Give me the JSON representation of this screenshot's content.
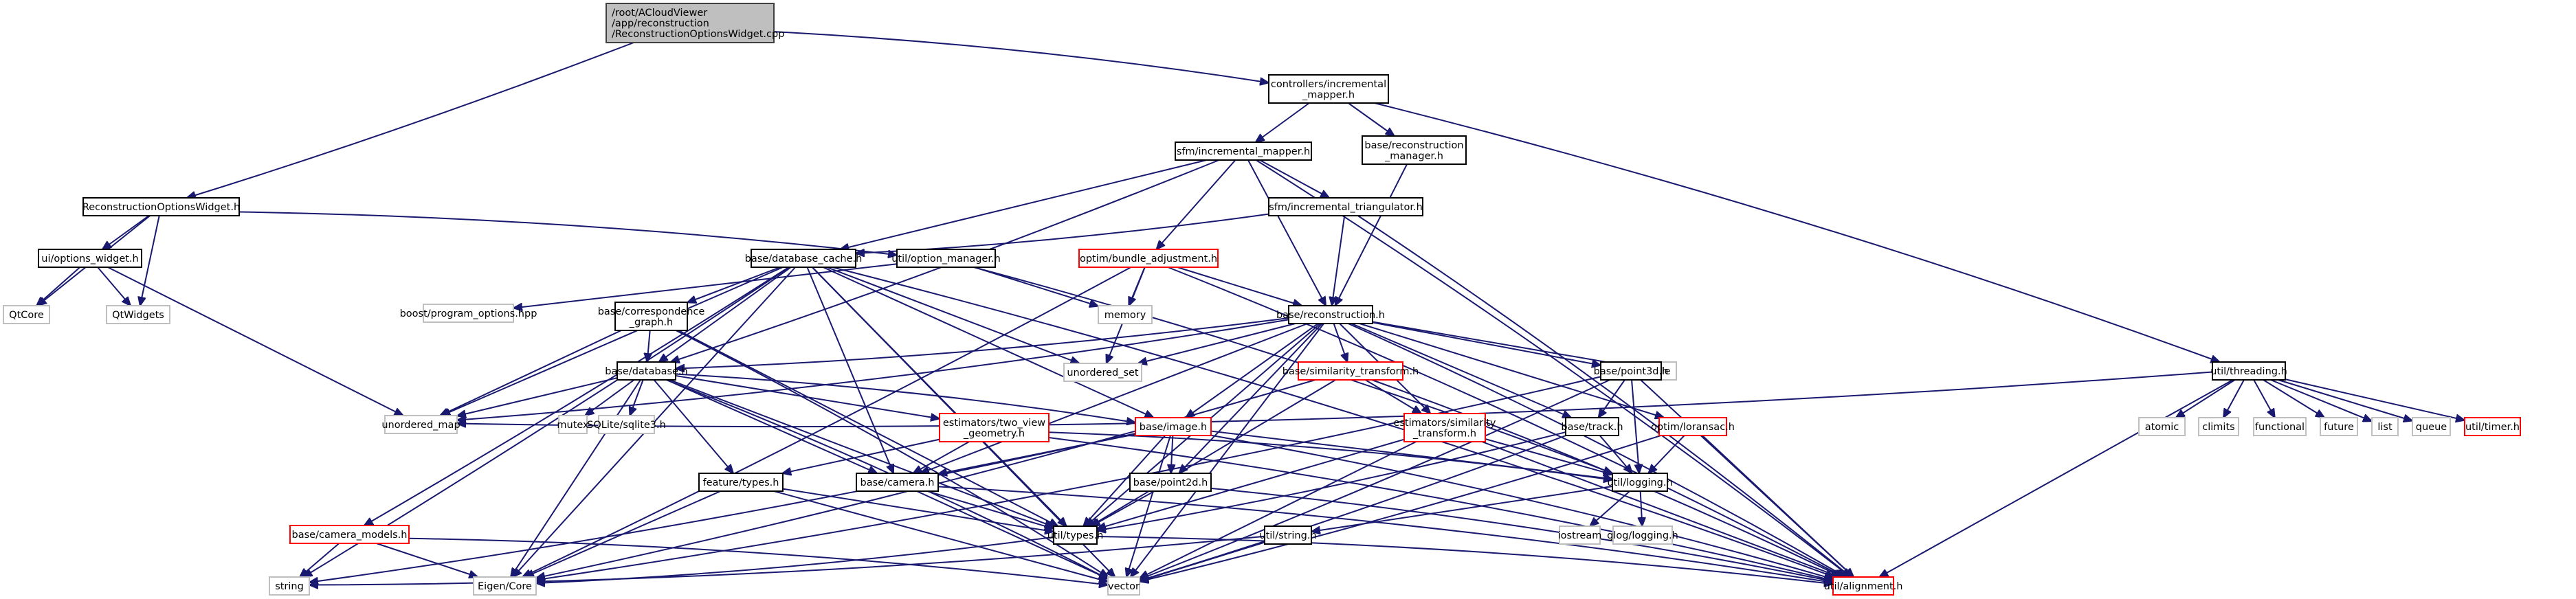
{
  "diagram": {
    "title": "Include dependency graph for ReconstructionOptionsWidget.cpp",
    "colors": {
      "edge": "#191970",
      "root_fill": "#bfbfbf",
      "root_border": "#404040",
      "doc_border": "#000000",
      "doc_fill": "#ffffff",
      "missing_doc_border": "#ff0000",
      "external_border": "#bfbfbf"
    },
    "legend_kinds": [
      "root",
      "documented",
      "partially-documented",
      "external"
    ],
    "nodes": [
      {
        "id": "root",
        "kind": "root",
        "lines": [
          "/root/ACloudViewer",
          "/app/reconstruction",
          "/ReconstructionOptionsWidget.cpp"
        ]
      },
      {
        "id": "ctrl_mapper",
        "kind": "documented",
        "lines": [
          "controllers/incremental",
          "_mapper.h"
        ]
      },
      {
        "id": "recon_manager",
        "kind": "documented",
        "lines": [
          "base/reconstruction",
          "_manager.h"
        ]
      },
      {
        "id": "sfm_mapper",
        "kind": "documented",
        "lines": [
          "sfm/incremental_mapper.h"
        ]
      },
      {
        "id": "sfm_tri",
        "kind": "documented",
        "lines": [
          "sfm/incremental_triangulator.h"
        ]
      },
      {
        "id": "row_h",
        "kind": "documented",
        "lines": [
          "ReconstructionOptionsWidget.h"
        ]
      },
      {
        "id": "ui_opt",
        "kind": "documented",
        "lines": [
          "ui/options_widget.h"
        ]
      },
      {
        "id": "qtcore",
        "kind": "external",
        "lines": [
          "QtCore"
        ]
      },
      {
        "id": "qtwidgets",
        "kind": "external",
        "lines": [
          "QtWidgets"
        ]
      },
      {
        "id": "db_cache",
        "kind": "documented",
        "lines": [
          "base/database_cache.h"
        ]
      },
      {
        "id": "opt_mgr",
        "kind": "documented",
        "lines": [
          "util/option_manager.h"
        ]
      },
      {
        "id": "bundle",
        "kind": "partial",
        "lines": [
          "optim/bundle_adjustment.h"
        ]
      },
      {
        "id": "memory",
        "kind": "external",
        "lines": [
          "memory"
        ]
      },
      {
        "id": "boost_po",
        "kind": "external",
        "lines": [
          "boost/program_options.hpp"
        ]
      },
      {
        "id": "corr_graph",
        "kind": "documented",
        "lines": [
          "base/correspondence",
          "_graph.h"
        ]
      },
      {
        "id": "recon",
        "kind": "documented",
        "lines": [
          "base/reconstruction.h"
        ]
      },
      {
        "id": "uset",
        "kind": "external",
        "lines": [
          "unordered_set"
        ]
      },
      {
        "id": "tuple",
        "kind": "external",
        "lines": [
          "tuple"
        ]
      },
      {
        "id": "database",
        "kind": "documented",
        "lines": [
          "base/database.h"
        ]
      },
      {
        "id": "umap",
        "kind": "external",
        "lines": [
          "unordered_map"
        ]
      },
      {
        "id": "mutex",
        "kind": "external",
        "lines": [
          "mutex"
        ]
      },
      {
        "id": "sqlite",
        "kind": "external",
        "lines": [
          "SQLite/sqlite3.h"
        ]
      },
      {
        "id": "two_view",
        "kind": "partial",
        "lines": [
          "estimators/two_view",
          "_geometry.h"
        ]
      },
      {
        "id": "image",
        "kind": "partial",
        "lines": [
          "base/image.h"
        ]
      },
      {
        "id": "sim_tf",
        "kind": "partial",
        "lines": [
          "base/similarity_transform.h"
        ]
      },
      {
        "id": "est_sim",
        "kind": "partial",
        "lines": [
          "estimators/similarity",
          "_transform.h"
        ]
      },
      {
        "id": "point3d",
        "kind": "documented",
        "lines": [
          "base/point3d.h"
        ]
      },
      {
        "id": "track",
        "kind": "documented",
        "lines": [
          "base/track.h"
        ]
      },
      {
        "id": "loransac",
        "kind": "partial",
        "lines": [
          "optim/loransac.h"
        ]
      },
      {
        "id": "threading",
        "kind": "documented",
        "lines": [
          "util/threading.h"
        ]
      },
      {
        "id": "atomic",
        "kind": "external",
        "lines": [
          "atomic"
        ]
      },
      {
        "id": "climits",
        "kind": "external",
        "lines": [
          "climits"
        ]
      },
      {
        "id": "functional",
        "kind": "external",
        "lines": [
          "functional"
        ]
      },
      {
        "id": "future",
        "kind": "external",
        "lines": [
          "future"
        ]
      },
      {
        "id": "list",
        "kind": "external",
        "lines": [
          "list"
        ]
      },
      {
        "id": "queue",
        "kind": "external",
        "lines": [
          "queue"
        ]
      },
      {
        "id": "timer",
        "kind": "partial",
        "lines": [
          "util/timer.h"
        ]
      },
      {
        "id": "feat_types",
        "kind": "documented",
        "lines": [
          "feature/types.h"
        ]
      },
      {
        "id": "camera",
        "kind": "documented",
        "lines": [
          "base/camera.h"
        ]
      },
      {
        "id": "point2d",
        "kind": "documented",
        "lines": [
          "base/point2d.h"
        ]
      },
      {
        "id": "logging",
        "kind": "documented",
        "lines": [
          "util/logging.h"
        ]
      },
      {
        "id": "iostream",
        "kind": "external",
        "lines": [
          "iostream"
        ]
      },
      {
        "id": "glog",
        "kind": "external",
        "lines": [
          "glog/logging.h"
        ]
      },
      {
        "id": "cam_models",
        "kind": "partial",
        "lines": [
          "base/camera_models.h"
        ]
      },
      {
        "id": "types",
        "kind": "documented",
        "lines": [
          "util/types.h"
        ]
      },
      {
        "id": "ustring",
        "kind": "documented",
        "lines": [
          "util/string.h"
        ]
      },
      {
        "id": "string",
        "kind": "external",
        "lines": [
          "string"
        ]
      },
      {
        "id": "eigen",
        "kind": "external",
        "lines": [
          "Eigen/Core"
        ]
      },
      {
        "id": "vector",
        "kind": "external",
        "lines": [
          "vector"
        ]
      },
      {
        "id": "align",
        "kind": "partial",
        "lines": [
          "util/alignment.h"
        ]
      }
    ],
    "edges": [
      [
        "root",
        "row_h"
      ],
      [
        "root",
        "ctrl_mapper"
      ],
      [
        "ctrl_mapper",
        "sfm_mapper"
      ],
      [
        "ctrl_mapper",
        "recon_manager"
      ],
      [
        "ctrl_mapper",
        "threading"
      ],
      [
        "recon_manager",
        "recon"
      ],
      [
        "sfm_mapper",
        "db_cache"
      ],
      [
        "sfm_mapper",
        "bundle"
      ],
      [
        "sfm_mapper",
        "recon"
      ],
      [
        "sfm_mapper",
        "sfm_tri"
      ],
      [
        "sfm_mapper",
        "database"
      ],
      [
        "sfm_mapper",
        "align"
      ],
      [
        "sfm_tri",
        "db_cache"
      ],
      [
        "sfm_tri",
        "recon"
      ],
      [
        "sfm_tri",
        "align"
      ],
      [
        "row_h",
        "ui_opt"
      ],
      [
        "row_h",
        "qtcore"
      ],
      [
        "row_h",
        "qtwidgets"
      ],
      [
        "row_h",
        "opt_mgr"
      ],
      [
        "ui_opt",
        "qtcore"
      ],
      [
        "ui_opt",
        "qtwidgets"
      ],
      [
        "ui_opt",
        "umap"
      ],
      [
        "db_cache",
        "corr_graph"
      ],
      [
        "db_cache",
        "database"
      ],
      [
        "db_cache",
        "camera"
      ],
      [
        "db_cache",
        "image"
      ],
      [
        "db_cache",
        "umap"
      ],
      [
        "db_cache",
        "uset"
      ],
      [
        "db_cache",
        "string"
      ],
      [
        "db_cache",
        "eigen"
      ],
      [
        "db_cache",
        "cam_models"
      ],
      [
        "db_cache",
        "types"
      ],
      [
        "db_cache",
        "vector"
      ],
      [
        "db_cache",
        "align"
      ],
      [
        "opt_mgr",
        "boost_po"
      ],
      [
        "opt_mgr",
        "memory"
      ],
      [
        "opt_mgr",
        "logging"
      ],
      [
        "bundle",
        "memory"
      ],
      [
        "bundle",
        "uset"
      ],
      [
        "bundle",
        "recon"
      ],
      [
        "bundle",
        "eigen"
      ],
      [
        "bundle",
        "align"
      ],
      [
        "corr_graph",
        "database"
      ],
      [
        "corr_graph",
        "umap"
      ],
      [
        "corr_graph",
        "types"
      ],
      [
        "corr_graph",
        "vector"
      ],
      [
        "recon",
        "database"
      ],
      [
        "recon",
        "uset"
      ],
      [
        "recon",
        "tuple"
      ],
      [
        "recon",
        "sim_tf"
      ],
      [
        "recon",
        "est_sim"
      ],
      [
        "recon",
        "point3d"
      ],
      [
        "recon",
        "track"
      ],
      [
        "recon",
        "image"
      ],
      [
        "recon",
        "camera"
      ],
      [
        "recon",
        "point2d"
      ],
      [
        "recon",
        "types"
      ],
      [
        "recon",
        "vector"
      ],
      [
        "recon",
        "umap"
      ],
      [
        "recon",
        "loransac"
      ],
      [
        "recon",
        "align"
      ],
      [
        "database",
        "umap"
      ],
      [
        "database",
        "mutex"
      ],
      [
        "database",
        "sqlite"
      ],
      [
        "database",
        "two_view"
      ],
      [
        "database",
        "image"
      ],
      [
        "database",
        "feat_types"
      ],
      [
        "database",
        "camera"
      ],
      [
        "database",
        "types"
      ],
      [
        "database",
        "vector"
      ],
      [
        "database",
        "eigen"
      ],
      [
        "two_view",
        "feat_types"
      ],
      [
        "two_view",
        "camera"
      ],
      [
        "two_view",
        "logging"
      ],
      [
        "two_view",
        "align"
      ],
      [
        "image",
        "camera"
      ],
      [
        "image",
        "point2d"
      ],
      [
        "image",
        "types"
      ],
      [
        "image",
        "vector"
      ],
      [
        "image",
        "string"
      ],
      [
        "image",
        "logging"
      ],
      [
        "image",
        "align"
      ],
      [
        "sim_tf",
        "est_sim"
      ],
      [
        "sim_tf",
        "types"
      ],
      [
        "sim_tf",
        "eigen"
      ],
      [
        "sim_tf",
        "align"
      ],
      [
        "est_sim",
        "logging"
      ],
      [
        "est_sim",
        "types"
      ],
      [
        "est_sim",
        "vector"
      ],
      [
        "est_sim",
        "align"
      ],
      [
        "point3d",
        "track"
      ],
      [
        "point3d",
        "logging"
      ],
      [
        "point3d",
        "vector"
      ],
      [
        "point3d",
        "align"
      ],
      [
        "point3d",
        "eigen"
      ],
      [
        "track",
        "logging"
      ],
      [
        "track",
        "types"
      ],
      [
        "track",
        "vector"
      ],
      [
        "loransac",
        "logging"
      ],
      [
        "loransac",
        "vector"
      ],
      [
        "loransac",
        "align"
      ],
      [
        "threading",
        "atomic"
      ],
      [
        "threading",
        "climits"
      ],
      [
        "threading",
        "functional"
      ],
      [
        "threading",
        "future"
      ],
      [
        "threading",
        "list"
      ],
      [
        "threading",
        "queue"
      ],
      [
        "threading",
        "timer"
      ],
      [
        "threading",
        "umap"
      ],
      [
        "threading",
        "align"
      ],
      [
        "feat_types",
        "vector"
      ],
      [
        "feat_types",
        "eigen"
      ],
      [
        "feat_types",
        "types"
      ],
      [
        "camera",
        "types"
      ],
      [
        "camera",
        "vector"
      ],
      [
        "camera",
        "align"
      ],
      [
        "point2d",
        "types"
      ],
      [
        "point2d",
        "align"
      ],
      [
        "logging",
        "iostream"
      ],
      [
        "logging",
        "glog"
      ],
      [
        "logging",
        "ustring"
      ],
      [
        "cam_models",
        "string"
      ],
      [
        "cam_models",
        "eigen"
      ],
      [
        "cam_models",
        "vector"
      ],
      [
        "types",
        "eigen"
      ],
      [
        "types",
        "align"
      ],
      [
        "ustring",
        "string"
      ],
      [
        "ustring",
        "vector"
      ]
    ]
  }
}
